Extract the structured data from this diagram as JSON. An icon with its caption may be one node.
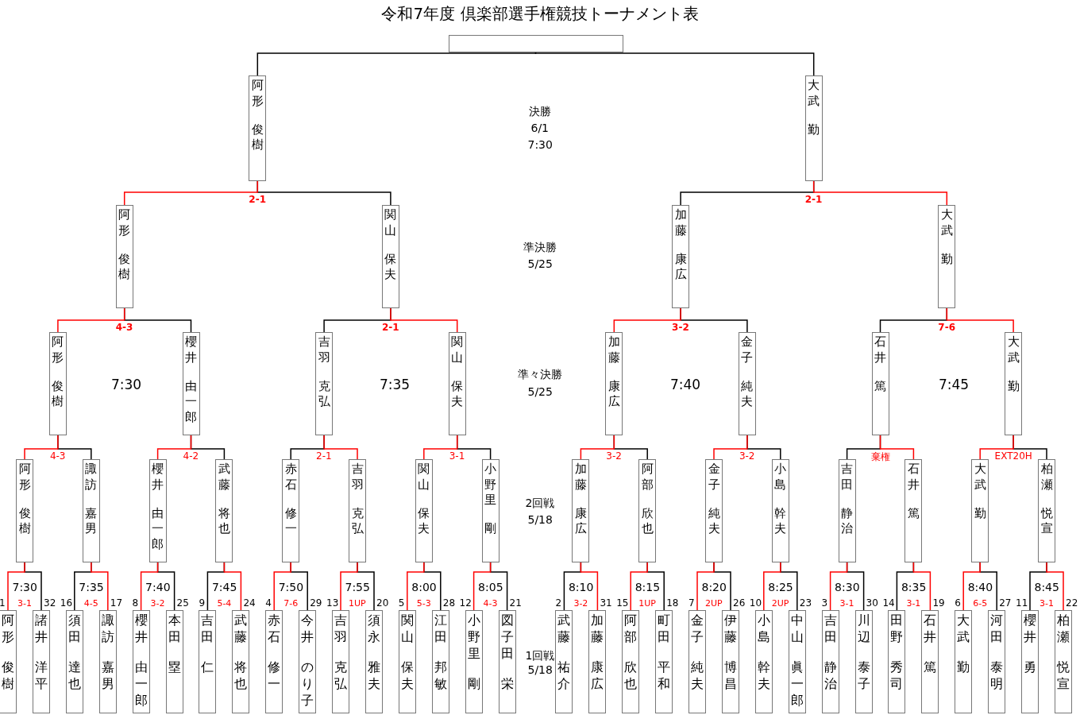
{
  "diagram": {
    "title": "令和7年度 倶楽部選手権競技トーナメント表",
    "nodes": [
      {
        "text": [],
        "shape": "box"
      },
      {
        "text": [
          "阿形",
          "俊樹"
        ]
      },
      {
        "text": [
          "大武",
          "勤"
        ]
      },
      {
        "text": [
          "阿形",
          "俊樹"
        ]
      },
      {
        "text": [
          "関山",
          "保夫"
        ]
      },
      {
        "text": [
          "加藤",
          "康広"
        ]
      },
      {
        "text": [
          "大武",
          "勤"
        ]
      },
      {
        "text": [
          "阿形",
          "俊樹"
        ]
      },
      {
        "text": [
          "櫻井",
          "由一郎"
        ]
      },
      {
        "text": [
          "吉羽",
          "克弘"
        ]
      },
      {
        "text": [
          "関山",
          "保夫"
        ]
      },
      {
        "text": [
          "加藤",
          "康広"
        ]
      },
      {
        "text": [
          "金子",
          "純夫"
        ]
      },
      {
        "text": [
          "石井",
          "篤"
        ]
      },
      {
        "text": [
          "大武",
          "勤"
        ]
      },
      {
        "text": [
          "阿形",
          "俊樹"
        ]
      },
      {
        "text": [
          "諏訪",
          "嘉男"
        ]
      },
      {
        "text": [
          "櫻井",
          "由一郎"
        ]
      },
      {
        "text": [
          "武藤",
          "将也"
        ]
      },
      {
        "text": [
          "赤石",
          "修一"
        ]
      },
      {
        "text": [
          "吉羽",
          "克弘"
        ]
      },
      {
        "text": [
          "関山",
          "保夫"
        ]
      },
      {
        "text": [
          "小野里",
          "剛"
        ]
      },
      {
        "text": [
          "加藤",
          "康広"
        ]
      },
      {
        "text": [
          "阿部",
          "欣也"
        ]
      },
      {
        "text": [
          "金子",
          "純夫"
        ]
      },
      {
        "text": [
          "小島",
          "幹夫"
        ]
      },
      {
        "text": [
          "吉田",
          "静治"
        ]
      },
      {
        "text": [
          "石井",
          "篤"
        ]
      },
      {
        "text": [
          "大武",
          "勤"
        ]
      },
      {
        "text": [
          "柏瀬",
          "悦宣"
        ]
      },
      {
        "text": [
          "阿形",
          "俊樹"
        ],
        "beside": [
          "1"
        ]
      },
      {
        "text": [
          "諸井",
          "洋平"
        ],
        "beside": [
          "32"
        ]
      },
      {
        "text": [
          "須田",
          "達也"
        ],
        "beside": [
          "16"
        ]
      },
      {
        "text": [
          "諏訪",
          "嘉男"
        ],
        "beside": [
          "17"
        ]
      },
      {
        "text": [
          "櫻井",
          "由一郎"
        ],
        "beside": [
          "8"
        ]
      },
      {
        "text": [
          "本田",
          "塁"
        ],
        "beside": [
          "25"
        ]
      },
      {
        "text": [
          "吉田",
          "仁"
        ],
        "beside": [
          "9"
        ]
      },
      {
        "text": [
          "武藤",
          "将也"
        ],
        "beside": [
          "24"
        ]
      },
      {
        "text": [
          "赤石",
          "修一"
        ],
        "beside": [
          "4"
        ]
      },
      {
        "text": [
          "今井",
          "のり子"
        ],
        "beside": [
          "29"
        ]
      },
      {
        "text": [
          "吉羽",
          "克弘"
        ],
        "beside": [
          "13"
        ]
      },
      {
        "text": [
          "須永",
          "雅夫"
        ],
        "beside": [
          "20"
        ]
      },
      {
        "text": [
          "関山",
          "保夫"
        ],
        "beside": [
          "5"
        ]
      },
      {
        "text": [
          "江田",
          "邦敏"
        ],
        "beside": [
          "28"
        ]
      },
      {
        "text": [
          "小野里",
          "剛"
        ],
        "beside": [
          "12"
        ]
      },
      {
        "text": [
          "図子田",
          "栄"
        ],
        "beside": [
          "21"
        ]
      },
      {
        "text": [
          "武藤",
          "祐介"
        ],
        "beside": [
          "2"
        ]
      },
      {
        "text": [
          "加藤",
          "康広"
        ],
        "beside": [
          "31"
        ]
      },
      {
        "text": [
          "阿部",
          "欣也"
        ],
        "beside": [
          "15"
        ]
      },
      {
        "text": [
          "町田",
          "平和"
        ],
        "beside": [
          "18"
        ]
      },
      {
        "text": [
          "金子",
          "純夫"
        ],
        "beside": [
          "7"
        ]
      },
      {
        "text": [
          "伊藤",
          "博昌"
        ],
        "beside": [
          "26"
        ]
      },
      {
        "text": [
          "小島",
          "幹夫"
        ],
        "beside": [
          "10"
        ]
      },
      {
        "text": [
          "中山",
          "眞一郎"
        ],
        "beside": [
          "23"
        ]
      },
      {
        "text": [
          "吉田",
          "静治"
        ],
        "beside": [
          "3"
        ]
      },
      {
        "text": [
          "川辺",
          "泰子"
        ],
        "beside": [
          "30"
        ]
      },
      {
        "text": [
          "田野",
          "秀司"
        ],
        "beside": [
          "14"
        ]
      },
      {
        "text": [
          "石井",
          "篤"
        ],
        "beside": [
          "19"
        ]
      },
      {
        "text": [
          "大武",
          "勤"
        ],
        "beside": [
          "6"
        ]
      },
      {
        "text": [
          "河田",
          "泰明"
        ],
        "beside": [
          "27"
        ]
      },
      {
        "text": [
          "櫻井",
          "勇"
        ],
        "beside": [
          "11"
        ]
      },
      {
        "text": [
          "柏瀬",
          "悦宣"
        ],
        "beside": [
          "22"
        ]
      }
    ],
    "edges": [
      {
        "from": 1,
        "to": 0,
        "arrow": "none"
      },
      {
        "from": 2,
        "to": 0,
        "arrow": "none"
      },
      {
        "from": 3,
        "to": 1,
        "arrow": "none",
        "color": "#ff0000",
        "label": "2-1"
      },
      {
        "from": 4,
        "to": 1,
        "arrow": "none"
      },
      {
        "from": 5,
        "to": 2,
        "arrow": "none"
      },
      {
        "from": 6,
        "to": 2,
        "arrow": "none",
        "color": "#ff0000",
        "label": "2-1"
      },
      {
        "from": 7,
        "to": 3,
        "arrow": "none",
        "color": "#ff0000",
        "label": "4-3"
      },
      {
        "from": 8,
        "to": 3,
        "arrow": "none"
      },
      {
        "from": 9,
        "to": 4,
        "arrow": "none"
      },
      {
        "from": 10,
        "to": 4,
        "arrow": "none",
        "color": "#ff0000",
        "label": "2-1"
      },
      {
        "from": 11,
        "to": 5,
        "arrow": "none",
        "color": "#ff0000",
        "label": "3-2"
      },
      {
        "from": 12,
        "to": 5,
        "arrow": "none"
      },
      {
        "from": 13,
        "to": 6,
        "arrow": "none"
      },
      {
        "from": 14,
        "to": 6,
        "arrow": "none",
        "color": "#ff0000",
        "label": "7-6"
      },
      {
        "from": 15,
        "to": 7,
        "arrow": "none",
        "color": "#ff0000",
        "label": "4-3"
      },
      {
        "from": 16,
        "to": 7,
        "arrow": "none"
      },
      {
        "from": 17,
        "to": 8,
        "arrow": "none",
        "color": "#ff0000",
        "label": "4-2"
      },
      {
        "from": 18,
        "to": 8,
        "arrow": "none"
      },
      {
        "from": 19,
        "to": 9,
        "arrow": "none"
      },
      {
        "from": 20,
        "to": 9,
        "arrow": "none",
        "color": "#ff0000",
        "label": "2-1"
      },
      {
        "from": 21,
        "to": 10,
        "arrow": "none",
        "color": "#ff0000",
        "label": "3-1"
      },
      {
        "from": 22,
        "to": 10,
        "arrow": "none"
      },
      {
        "from": 23,
        "to": 11,
        "arrow": "none",
        "color": "#ff0000",
        "label": "3-2"
      },
      {
        "from": 24,
        "to": 11,
        "arrow": "none"
      },
      {
        "from": 25,
        "to": 12,
        "arrow": "none",
        "color": "#ff0000",
        "label": "3-2"
      },
      {
        "from": 26,
        "to": 12,
        "arrow": "none"
      },
      {
        "from": 27,
        "to": 13,
        "arrow": "none"
      },
      {
        "from": 28,
        "to": 13,
        "arrow": "none",
        "color": "#ff0000",
        "label": "棄権"
      },
      {
        "from": 29,
        "to": 14,
        "arrow": "none",
        "color": "#ff0000",
        "label": "EXT20H"
      },
      {
        "from": 30,
        "to": 14,
        "arrow": "none"
      },
      {
        "from": 31,
        "to": 15,
        "arrow": "none",
        "color": "#ff0000",
        "label": "3-1"
      },
      {
        "from": 32,
        "to": 15,
        "arrow": "none"
      },
      {
        "from": 33,
        "to": 16,
        "arrow": "none"
      },
      {
        "from": 34,
        "to": 16,
        "arrow": "none",
        "color": "#ff0000",
        "label": "4-5"
      },
      {
        "from": 35,
        "to": 17,
        "arrow": "none",
        "color": "#ff0000",
        "label": "3-2"
      },
      {
        "from": 36,
        "to": 17,
        "arrow": "none"
      },
      {
        "from": 37,
        "to": 18,
        "arrow": "none"
      },
      {
        "from": 38,
        "to": 18,
        "arrow": "none",
        "color": "#ff0000",
        "label": "5-4"
      },
      {
        "from": 39,
        "to": 19,
        "arrow": "none",
        "color": "#ff0000",
        "label": "7-6"
      },
      {
        "from": 40,
        "to": 19,
        "arrow": "none"
      },
      {
        "from": 41,
        "to": 20,
        "arrow": "none",
        "color": "#ff0000",
        "label": "1UP"
      },
      {
        "from": 42,
        "to": 20,
        "arrow": "none"
      },
      {
        "from": 43,
        "to": 21,
        "arrow": "none",
        "color": "#ff0000",
        "label": "5-3"
      },
      {
        "from": 44,
        "to": 21,
        "arrow": "none"
      },
      {
        "from": 45,
        "to": 22,
        "arrow": "none",
        "color": "#ff0000",
        "label": "4-3"
      },
      {
        "from": 46,
        "to": 22,
        "arrow": "none"
      },
      {
        "from": 47,
        "to": 23,
        "arrow": "none"
      },
      {
        "from": 48,
        "to": 23,
        "arrow": "none",
        "color": "#ff0000",
        "label": "3-2"
      },
      {
        "from": 49,
        "to": 24,
        "arrow": "none",
        "color": "#ff0000",
        "label": "1UP"
      },
      {
        "from": 50,
        "to": 24,
        "arrow": "none"
      },
      {
        "from": 51,
        "to": 25,
        "arrow": "none",
        "color": "#ff0000",
        "label": "2UP"
      },
      {
        "from": 52,
        "to": 25,
        "arrow": "none"
      },
      {
        "from": 53,
        "to": 26,
        "arrow": "none",
        "color": "#ff0000",
        "label": "2UP"
      },
      {
        "from": 54,
        "to": 26,
        "arrow": "none"
      },
      {
        "from": 55,
        "to": 27,
        "arrow": "none",
        "color": "#ff0000",
        "label": "3-1"
      },
      {
        "from": 56,
        "to": 27,
        "arrow": "none"
      },
      {
        "from": 57,
        "to": 28,
        "arrow": "none"
      },
      {
        "from": 58,
        "to": 28,
        "arrow": "none",
        "color": "#ff0000",
        "label": "3-1"
      },
      {
        "from": 59,
        "to": 29,
        "arrow": "none",
        "color": "#ff0000",
        "label": "6-5"
      },
      {
        "from": 60,
        "to": 29,
        "arrow": "none"
      },
      {
        "from": 61,
        "to": 30,
        "arrow": "none"
      },
      {
        "from": 62,
        "to": 30,
        "arrow": "none",
        "color": "#ff0000",
        "label": "3-1"
      }
    ],
    "labels": [
      "決勝",
      "6/1",
      "7:30",
      "準決勝",
      "5/25",
      "7:30",
      "7:35",
      "準々決勝",
      "5/25",
      "7:40",
      "7:45",
      "2回戦",
      "5/18",
      "7:30",
      "7:35",
      "7:40",
      "7:45",
      "7:50",
      "7:55",
      "8:00",
      "8:05",
      "8:10",
      "8:15",
      "8:20",
      "8:25",
      "8:30",
      "8:35",
      "8:40",
      "8:45",
      "1回戦",
      "5/18"
    ]
  }
}
